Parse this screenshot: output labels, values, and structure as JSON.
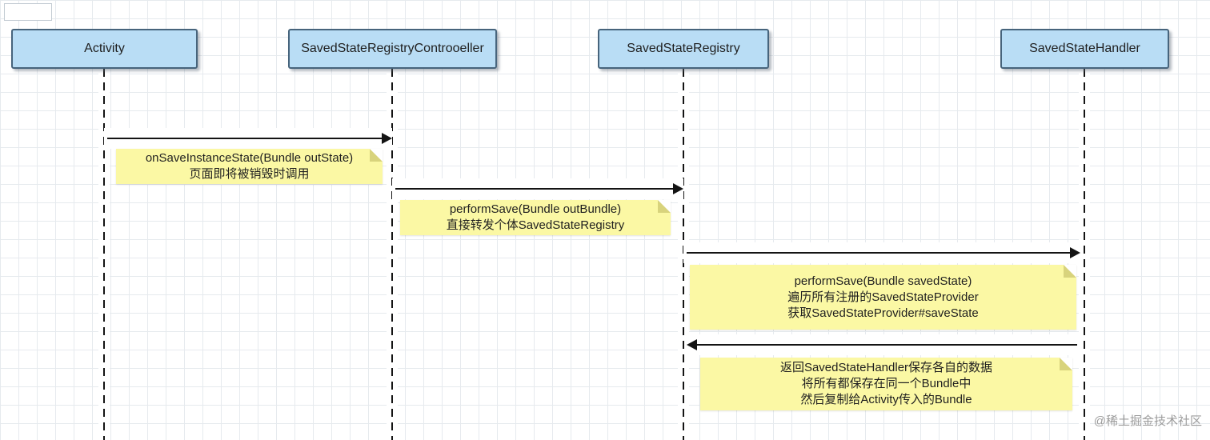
{
  "diagram": {
    "participants": [
      {
        "label": "Activity"
      },
      {
        "label": "SavedStateRegistryControoeller"
      },
      {
        "label": "SavedStateRegistry"
      },
      {
        "label": "SavedStateHandler"
      }
    ],
    "messages": [
      {
        "from": "Activity",
        "to": "SavedStateRegistryControoeller",
        "direction": "right"
      },
      {
        "from": "SavedStateRegistryControoeller",
        "to": "SavedStateRegistry",
        "direction": "right"
      },
      {
        "from": "SavedStateRegistry",
        "to": "SavedStateHandler",
        "direction": "right"
      },
      {
        "from": "SavedStateHandler",
        "to": "SavedStateRegistry",
        "direction": "left"
      }
    ],
    "notes": [
      {
        "lines": [
          "onSaveInstanceState(Bundle outState)",
          "页面即将被销毁时调用"
        ]
      },
      {
        "lines": [
          "performSave(Bundle outBundle)",
          "直接转发个体SavedStateRegistry"
        ]
      },
      {
        "lines": [
          "performSave(Bundle savedState)",
          "遍历所有注册的SavedStateProvider",
          "获取SavedStateProvider#saveState"
        ]
      },
      {
        "lines": [
          "返回SavedStateHandler保存各自的数据",
          "将所有都保存在同一个Bundle中",
          "然后复制给Activity传入的Bundle"
        ]
      }
    ],
    "watermark": "@稀土掘金技术社区",
    "colors": {
      "participant_fill": "#b9ddf5",
      "participant_border": "#47647c",
      "note_fill": "#fbf8a4",
      "note_fold": "#d8d37c",
      "line": "#141414",
      "grid": "#e6eaee",
      "watermark": "#9c9c9c"
    }
  }
}
